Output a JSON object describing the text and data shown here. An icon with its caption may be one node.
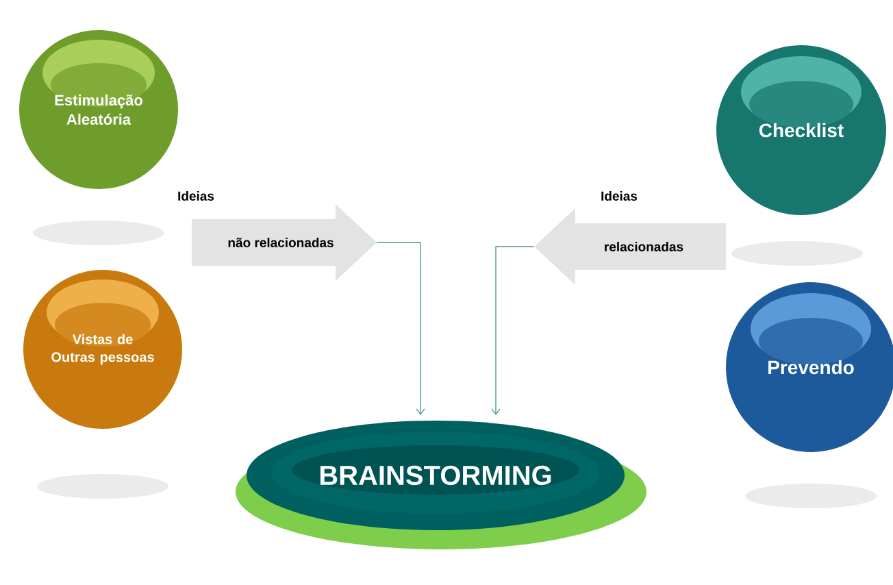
{
  "diagram": {
    "nodes": [
      {
        "text": [
          "Estimulação Aleatória"
        ]
      },
      {
        "text": [
          "Vistas de Outras pessoas"
        ]
      },
      {
        "text": [
          "Checklist"
        ]
      },
      {
        "text": [
          "Prevendo"
        ]
      },
      {
        "text": [
          "Ideias",
          "não relacionadas"
        ]
      },
      {
        "text": [
          "Ideias",
          "relacionadas"
        ]
      },
      {
        "text": [
          "BRAINSTORMING"
        ]
      }
    ],
    "edges": [
      {
        "from": 4,
        "to": 6,
        "arrow": "to",
        "color": "#4a9a96"
      },
      {
        "from": 5,
        "to": 6,
        "arrow": "to",
        "color": "#4a9a96"
      }
    ]
  }
}
